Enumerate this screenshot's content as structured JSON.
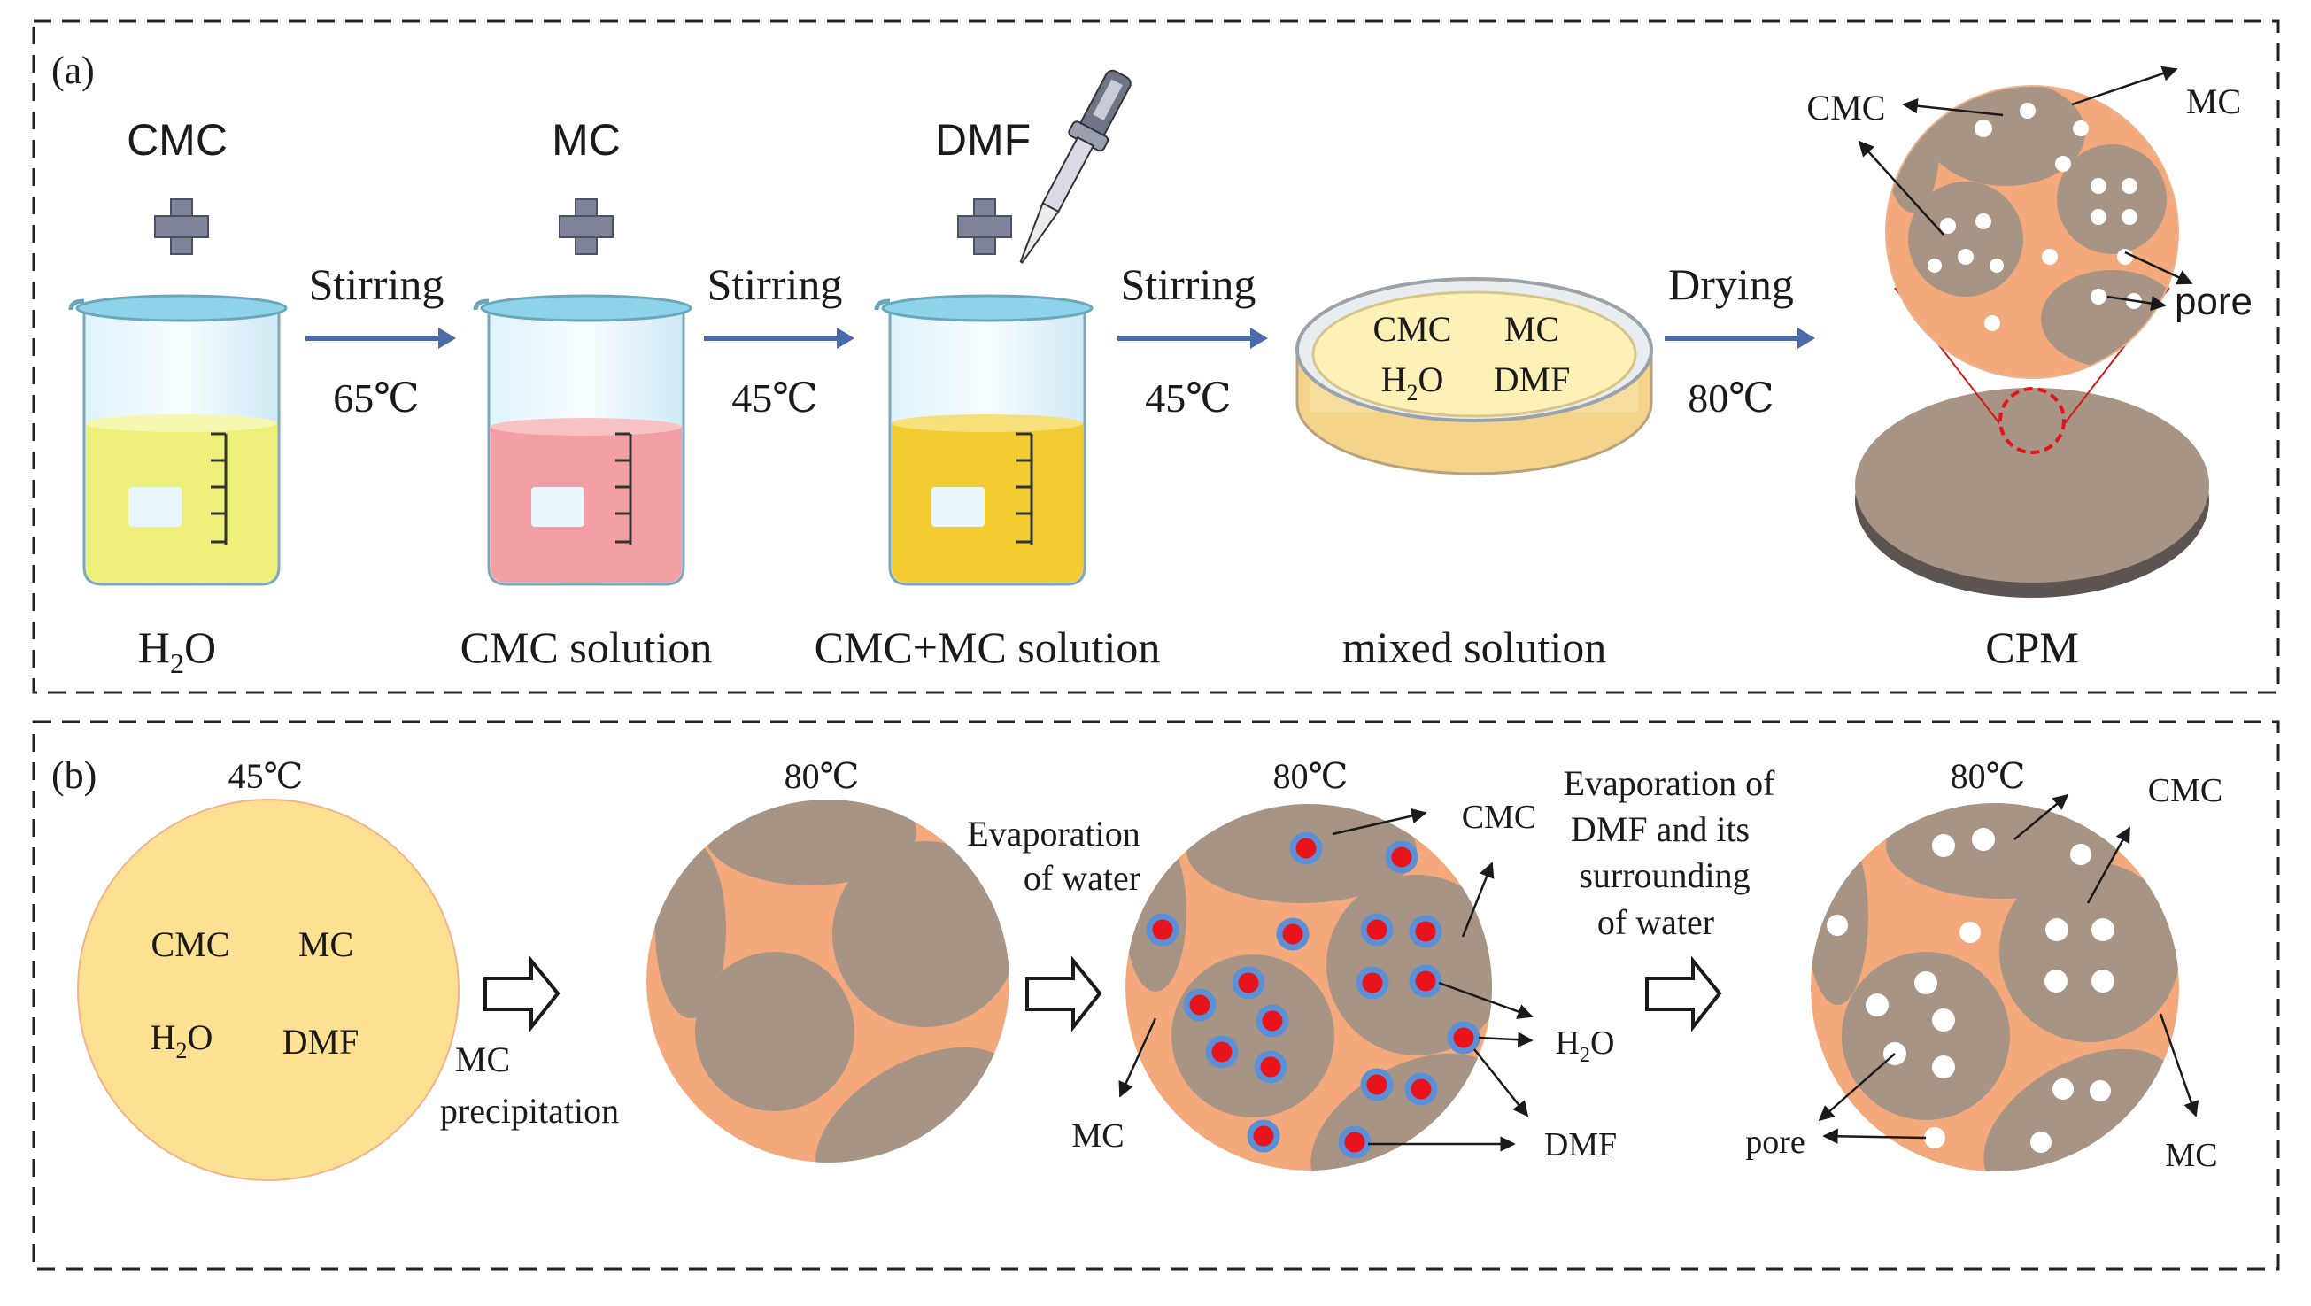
{
  "panel_a": {
    "label": "(a)",
    "steps": [
      {
        "reagent": "CMC",
        "caption_main": "H",
        "caption_sub": "2",
        "caption_tail": "O",
        "liquid_color": "#eef07a"
      },
      {
        "reagent": "MC",
        "caption": "CMC solution",
        "liquid_color": "#f2a0a4"
      },
      {
        "reagent": "DMF",
        "caption": "CMC+MC solution",
        "liquid_color": "#f2cc30"
      }
    ],
    "arrows": [
      {
        "action": "Stirring",
        "temp": "65℃"
      },
      {
        "action": "Stirring",
        "temp": "45℃"
      },
      {
        "action": "Stirring",
        "temp": "45℃"
      },
      {
        "action": "Drying",
        "temp": "80℃"
      }
    ],
    "dish": {
      "caption": "mixed solution",
      "l1": "CMC",
      "l2": "MC",
      "l3_main": "H",
      "l3_sub": "2",
      "l3_tail": "O",
      "l4": "DMF"
    },
    "cpm": {
      "caption": "CPM",
      "label_cmc": "CMC",
      "label_mc": "MC",
      "label_pore": "pore"
    }
  },
  "panel_b": {
    "label": "(b)",
    "stage1": {
      "temp": "45℃",
      "l1": "CMC",
      "l2": "MC",
      "l3_main": "H",
      "l3_sub": "2",
      "l3_tail": "O",
      "l4": "DMF"
    },
    "step1": {
      "line1": "MC",
      "line2": "precipitation"
    },
    "stage2": {
      "temp": "80℃"
    },
    "step2": {
      "line1": "Evaporation",
      "line2": "of water"
    },
    "stage3": {
      "temp": "80℃",
      "label_cmc": "CMC",
      "label_mc": "MC",
      "label_h2o_main": "H",
      "label_h2o_sub": "2",
      "label_h2o_tail": "O",
      "label_dmf": "DMF"
    },
    "step3": {
      "line1": "Evaporation of",
      "line2": "DMF and its",
      "line3": "surrounding",
      "line4": "of water"
    },
    "stage4": {
      "temp": "80℃",
      "label_cmc": "CMC",
      "label_mc": "MC",
      "label_pore": "pore"
    }
  },
  "colors": {
    "matrix": "#f4a97c",
    "phase": "#a89485",
    "mixed": "#fde092",
    "arrow_blue": "#4a6aa8",
    "dmf_red": "#e8141c",
    "water_blue": "#5b8fd6",
    "plus_gray": "#7f8498"
  }
}
